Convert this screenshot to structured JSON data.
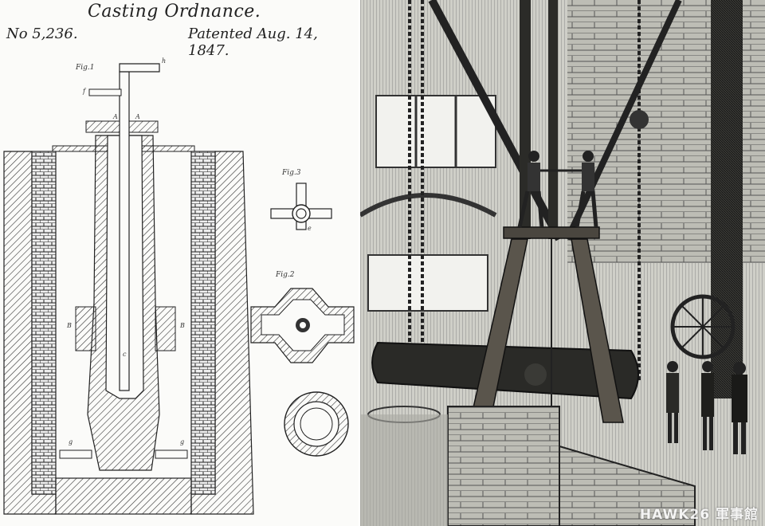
{
  "patent": {
    "title": "Casting Ordnance.",
    "number": "No 5,236.",
    "date": "Patented Aug. 14, 1847.",
    "figures": [
      "Fig.1",
      "Fig.3",
      "Fig.2"
    ],
    "letters": [
      "h",
      "f",
      "A",
      "A",
      "B",
      "B",
      "g",
      "g",
      "e",
      "c"
    ]
  },
  "engraving": {
    "watermark": "HAWK26 軍事館"
  }
}
